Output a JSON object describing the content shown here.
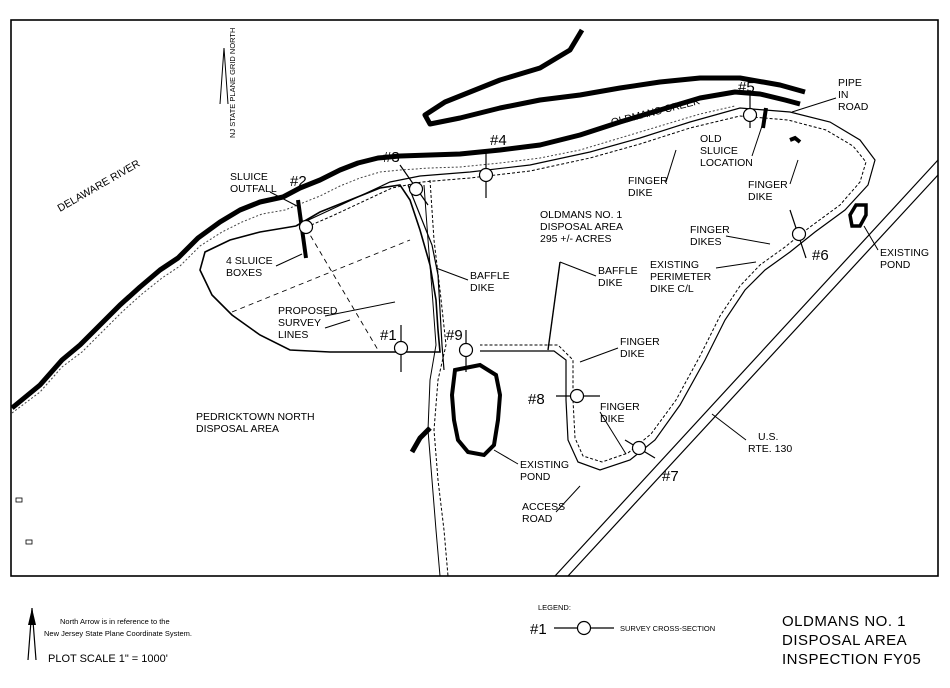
{
  "map": {
    "labels": {
      "delaware_river": "DELAWARE RIVER",
      "oldmans_creek": "OLDMANS CREEK",
      "sluice_outfall": [
        "SLUICE",
        "OUTFALL"
      ],
      "sluice_boxes": [
        "4 SLUICE",
        "BOXES"
      ],
      "proposed_survey_lines": [
        "PROPOSED",
        "SURVEY",
        "LINES"
      ],
      "baffle_dike_left": [
        "BAFFLE",
        "DIKE"
      ],
      "baffle_dike_right": [
        "BAFFLE",
        "DIKE"
      ],
      "disposal_area": [
        "OLDMANS NO. 1",
        "DISPOSAL AREA",
        "295 +/- ACRES"
      ],
      "finger_dike_top": [
        "FINGER",
        "DIKE"
      ],
      "old_sluice_location": [
        "OLD",
        "SLUICE",
        "LOCATION"
      ],
      "pipe_in_road": [
        "PIPE",
        "IN",
        "ROAD"
      ],
      "finger_dike_right": [
        "FINGER",
        "DIKE"
      ],
      "finger_dikes": [
        "FINGER",
        "DIKES"
      ],
      "existing_perimeter_dike": [
        "EXISTING",
        "PERIMETER",
        "DIKE C/L"
      ],
      "existing_pond_right": [
        "EXISTING",
        "POND"
      ],
      "finger_dike_mid": [
        "FINGER",
        "DIKE"
      ],
      "finger_dike_low": [
        "FINGER",
        "DIKE"
      ],
      "pedricktown": [
        "PEDRICKTOWN NORTH",
        "DISPOSAL AREA"
      ],
      "existing_pond_center": [
        "EXISTING",
        "POND"
      ],
      "access_road": [
        "ACCESS",
        "ROAD"
      ],
      "us_rte": [
        "U.S.",
        "RTE. 130"
      ],
      "north_arrow_text": "NJ STATE PLANE GRID NORTH"
    },
    "sections": [
      "#1",
      "#2",
      "#3",
      "#4",
      "#5",
      "#6",
      "#7",
      "#8",
      "#9"
    ]
  },
  "footer": {
    "north_note": [
      "North Arrow is in reference to the",
      "New Jersey State Plane Coordinate System."
    ],
    "plot_scale": "PLOT SCALE 1\" = 1000'",
    "legend_title": "LEGEND:",
    "legend_symbol": "#1",
    "legend_text": "SURVEY CROSS-SECTION",
    "title": [
      "OLDMANS NO. 1",
      "DISPOSAL AREA",
      "INSPECTION FY05"
    ]
  }
}
